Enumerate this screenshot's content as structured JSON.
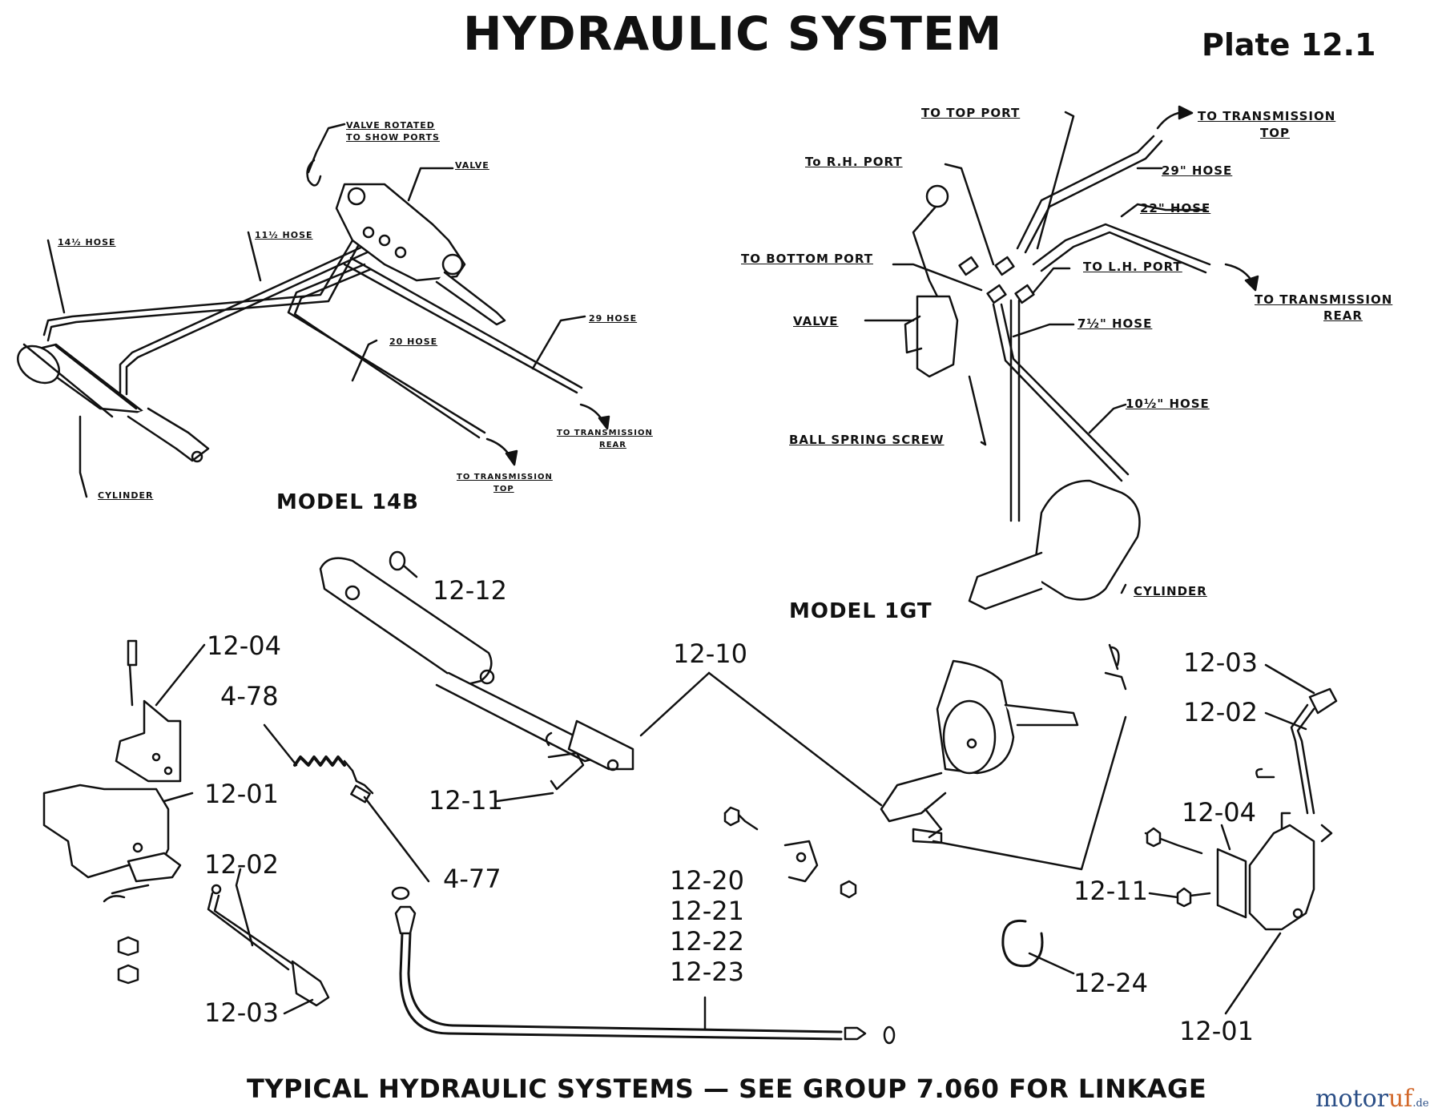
{
  "header": {
    "title": "HYDRAULIC SYSTEM",
    "plate": "Plate 12.1"
  },
  "model_14b": {
    "name": "MODEL 14B",
    "labels": {
      "valve_rotated_1": "VALVE ROTATED",
      "valve_rotated_2": "TO SHOW PORTS",
      "valve": "VALVE",
      "hose_14_half": "14½ HOSE",
      "hose_11_half": "11½ HOSE",
      "hose_29": "29 HOSE",
      "hose_20": "20 HOSE",
      "to_trans_rear_1": "TO TRANSMISSION",
      "to_trans_rear_2": "REAR",
      "to_trans_top_1": "TO TRANSMISSION",
      "to_trans_top_2": "TOP",
      "cylinder": "CYLINDER"
    }
  },
  "model_1gt": {
    "name": "MODEL 1GT",
    "labels": {
      "to_top_port": "TO TOP PORT",
      "to_trans_top_1": "TO TRANSMISSION",
      "to_trans_top_2": "TOP",
      "to_rh_port": "To R.H. PORT",
      "hose_29": "29\" HOSE",
      "hose_22": "22\" HOSE",
      "to_bottom_port": "TO BOTTOM PORT",
      "to_lh_port": "TO L.H. PORT",
      "to_trans_rear_1": "TO TRANSMISSION",
      "to_trans_rear_2": "REAR",
      "valve": "VALVE",
      "hose_7_half": "7½\" HOSE",
      "hose_10_half": "10½\" HOSE",
      "ball_spring_screw": "BALL SPRING SCREW",
      "cylinder": "CYLINDER"
    }
  },
  "parts": {
    "p12_12": "12-12",
    "p12_04_left": "12-04",
    "p4_78": "4-78",
    "p12_10": "12-10",
    "p12_03_right": "12-03",
    "p12_02_right": "12-02",
    "p12_01_left": "12-01",
    "p12_11_left": "12-11",
    "p12_04_right": "12-04",
    "p12_02_left": "12-02",
    "p4_77": "4-77",
    "p12_20": "12-20",
    "p12_21": "12-21",
    "p12_22": "12-22",
    "p12_23": "12-23",
    "p12_11_right": "12-11",
    "p12_24": "12-24",
    "p12_03_left": "12-03",
    "p12_01_right": "12-01"
  },
  "footer": {
    "caption": "TYPICAL HYDRAULIC SYSTEMS — SEE GROUP 7.060 FOR LINKAGE",
    "brand_a": "motor",
    "brand_b": "uf",
    "brand_c": ".de"
  }
}
